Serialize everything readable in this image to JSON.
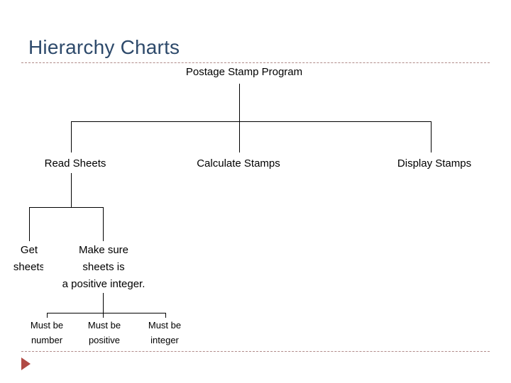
{
  "slide": {
    "title": "Hierarchy Charts",
    "title_color": "#2e4a6b",
    "rule_color": "#b08a88",
    "marker_color": "#b04a44",
    "line_color": "#000000",
    "background": "#ffffff"
  },
  "chart_data": {
    "type": "diagram",
    "diagram_kind": "hierarchy-chart",
    "title": "Hierarchy Charts",
    "root": "Postage Stamp Program",
    "levels": [
      {
        "level": 1,
        "nodes": [
          "Postage Stamp Program"
        ]
      },
      {
        "level": 2,
        "nodes": [
          "Read Sheets",
          "Calculate Stamps",
          "Display Stamps"
        ]
      },
      {
        "level": 3,
        "nodes": [
          "Get sheets",
          "Make sure sheets is a positive integer."
        ]
      },
      {
        "level": 4,
        "nodes": [
          "Must be number",
          "Must be positive",
          "Must be integer"
        ]
      }
    ],
    "edges": [
      {
        "from": "Postage Stamp Program",
        "to": "Read Sheets"
      },
      {
        "from": "Postage Stamp Program",
        "to": "Calculate Stamps"
      },
      {
        "from": "Postage Stamp Program",
        "to": "Display Stamps"
      },
      {
        "from": "Read Sheets",
        "to": "Get sheets"
      },
      {
        "from": "Read Sheets",
        "to": "Make sure sheets is a positive integer."
      },
      {
        "from": "Make sure sheets is a positive integer.",
        "to": "Must be number"
      },
      {
        "from": "Make sure sheets is a positive integer.",
        "to": "Must be positive"
      },
      {
        "from": "Make sure sheets is a positive integer.",
        "to": "Must be integer"
      }
    ]
  },
  "nodes": {
    "root": "Postage Stamp Program",
    "read_sheets": "Read Sheets",
    "calculate_stamps": "Calculate Stamps",
    "display_stamps": "Display Stamps",
    "get_sheets_line1": "Get",
    "get_sheets_line2": "sheets",
    "make_sure_line1": "Make sure",
    "make_sure_line2": "sheets is",
    "make_sure_line3": "a positive integer.",
    "must_be_number_line1": "Must be",
    "must_be_number_line2": "number",
    "must_be_positive_line1": "Must be",
    "must_be_positive_line2": "positive",
    "must_be_integer_line1": "Must be",
    "must_be_integer_line2": "integer"
  }
}
